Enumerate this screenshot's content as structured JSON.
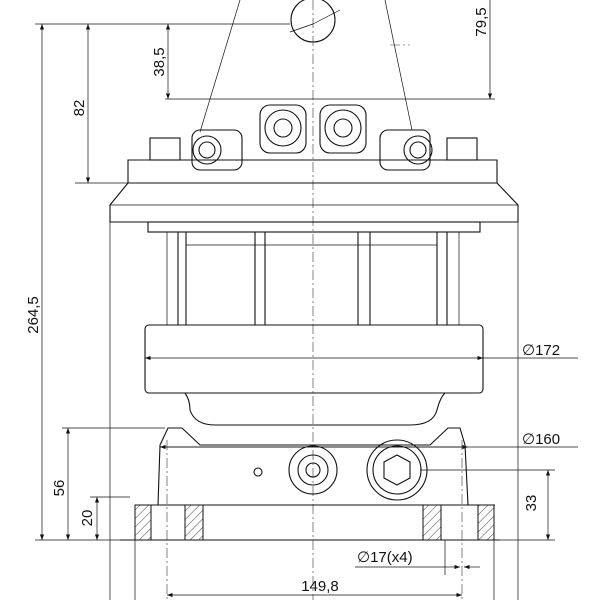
{
  "drawing": {
    "title": "Rotator dimensional drawing",
    "dimensions": {
      "total_height": "264,5",
      "top_to_flange": "82",
      "top_to_ports": "38,5",
      "right_height": "79,5",
      "body_diameter": "∅172",
      "base_diameter": "∅160",
      "base_height": "56",
      "foot_height": "20",
      "port_height": "33",
      "hole_diameter": "∅17(x4)",
      "hole_spacing": "149,8"
    }
  }
}
